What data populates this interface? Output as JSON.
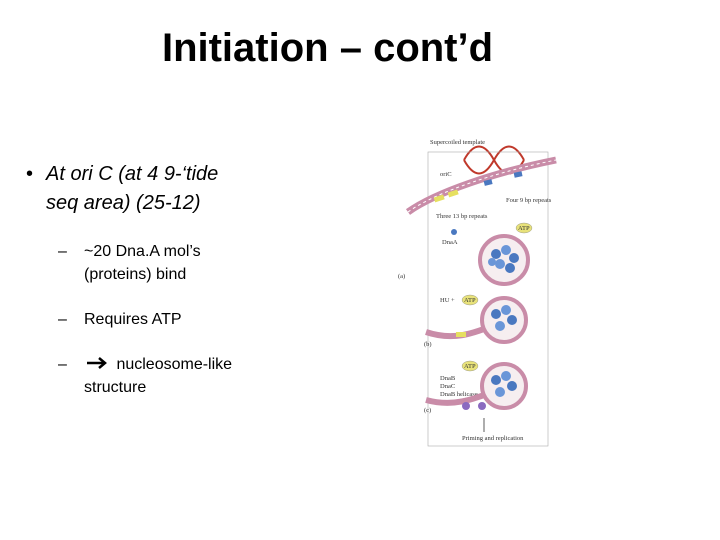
{
  "slide": {
    "title": "Initiation – cont’d",
    "main_bullet": "At ori C (at 4 9-‘tide seq area) (25-12)",
    "sub_bullets": [
      {
        "text": "~20 Dna.A mol’s (proteins) bind"
      },
      {
        "text": "Requires ATP"
      },
      {
        "text": "nucleosome-like structure",
        "icon": "right-arrow-icon"
      }
    ]
  },
  "figure": {
    "labels": {
      "supercoiled": "Supercoiled template",
      "oric": "oriC",
      "thirteen": "Three 13 bp repeats",
      "nine": "Four 9 bp repeats",
      "dnaa": "DnaA",
      "hu": "HU +",
      "atp1": "ATP",
      "atp2": "ATP",
      "atp3": "ATP",
      "a": "(a)",
      "b": "(b)",
      "c": "(c)",
      "dnab": "DnaB",
      "dnac": "DnaC",
      "helicase": "DnaB helicase",
      "priming": "Priming and replication"
    }
  }
}
